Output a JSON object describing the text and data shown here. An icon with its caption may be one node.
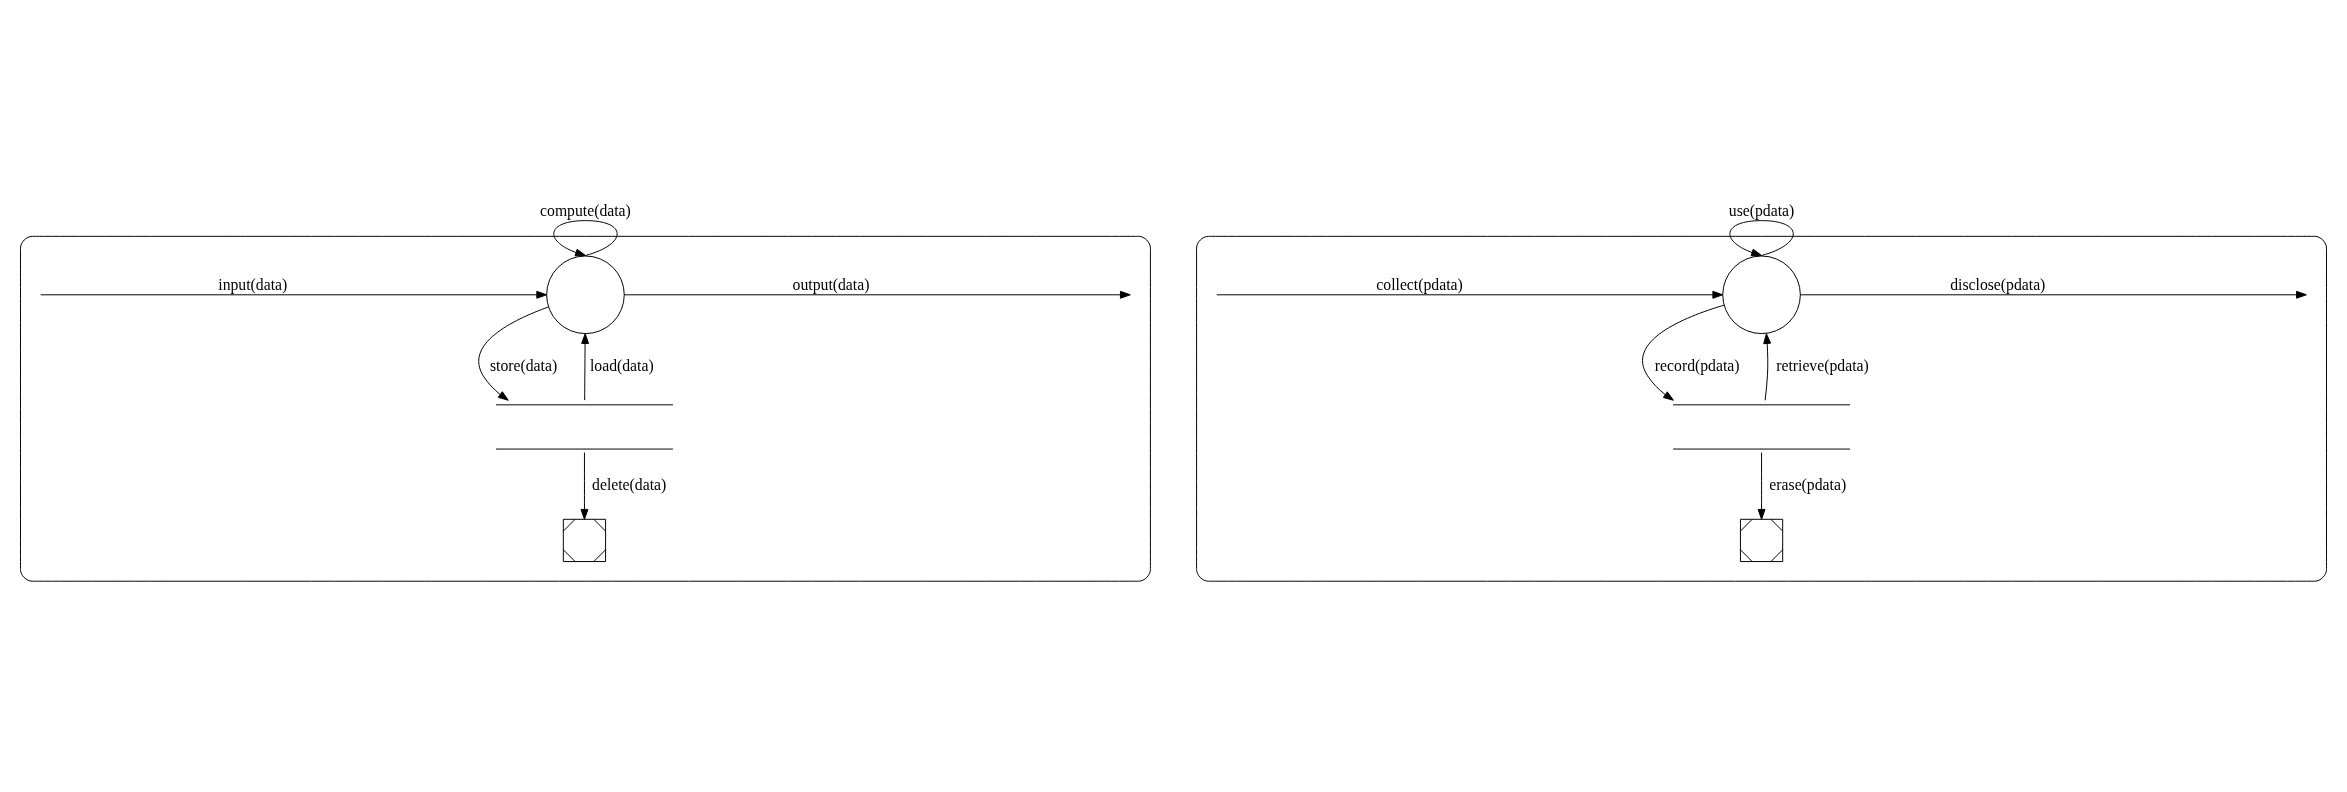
{
  "diagram": {
    "nodes": [
      {
        "text": [],
        "shape": "box"
      },
      {
        "text": [],
        "shape": "circle",
        "in": 0
      },
      {
        "text": [],
        "shape": "lines",
        "in": 0
      },
      {
        "text": [],
        "shape": "cross",
        "in": 0
      },
      {
        "text": [],
        "shape": "box"
      },
      {
        "text": [],
        "shape": "circle",
        "in": 4
      },
      {
        "text": [],
        "shape": "lines",
        "in": 4
      },
      {
        "text": [],
        "shape": "cross",
        "in": 4
      }
    ],
    "edges": [
      {
        "from": null,
        "to": 1,
        "arrow": "to",
        "label": "input(data)"
      },
      {
        "from": 1,
        "to": null,
        "arrow": "to",
        "label": "output(data)"
      },
      {
        "from": 1,
        "to": 1,
        "arrow": "to",
        "label": "compute(data)"
      },
      {
        "from": 2,
        "to": 1,
        "arrow": "to",
        "label": "load(data)"
      },
      {
        "from": 1,
        "to": 2,
        "arrow": "to",
        "label": "store(data)"
      },
      {
        "from": 2,
        "to": 3,
        "arrow": "to",
        "label": "delete(data)"
      },
      {
        "from": null,
        "to": 5,
        "arrow": "to",
        "label": "collect(pdata)"
      },
      {
        "from": 5,
        "to": null,
        "arrow": "to",
        "label": "disclose(pdata)"
      },
      {
        "from": 5,
        "to": 5,
        "arrow": "to",
        "label": "use(pdata)"
      },
      {
        "from": 6,
        "to": 5,
        "arrow": "to",
        "label": "retrieve(pdata)"
      },
      {
        "from": 5,
        "to": 6,
        "arrow": "to",
        "label": "record(pdata)"
      },
      {
        "from": 6,
        "to": 7,
        "arrow": "to",
        "label": "erase(pdata)"
      }
    ]
  }
}
